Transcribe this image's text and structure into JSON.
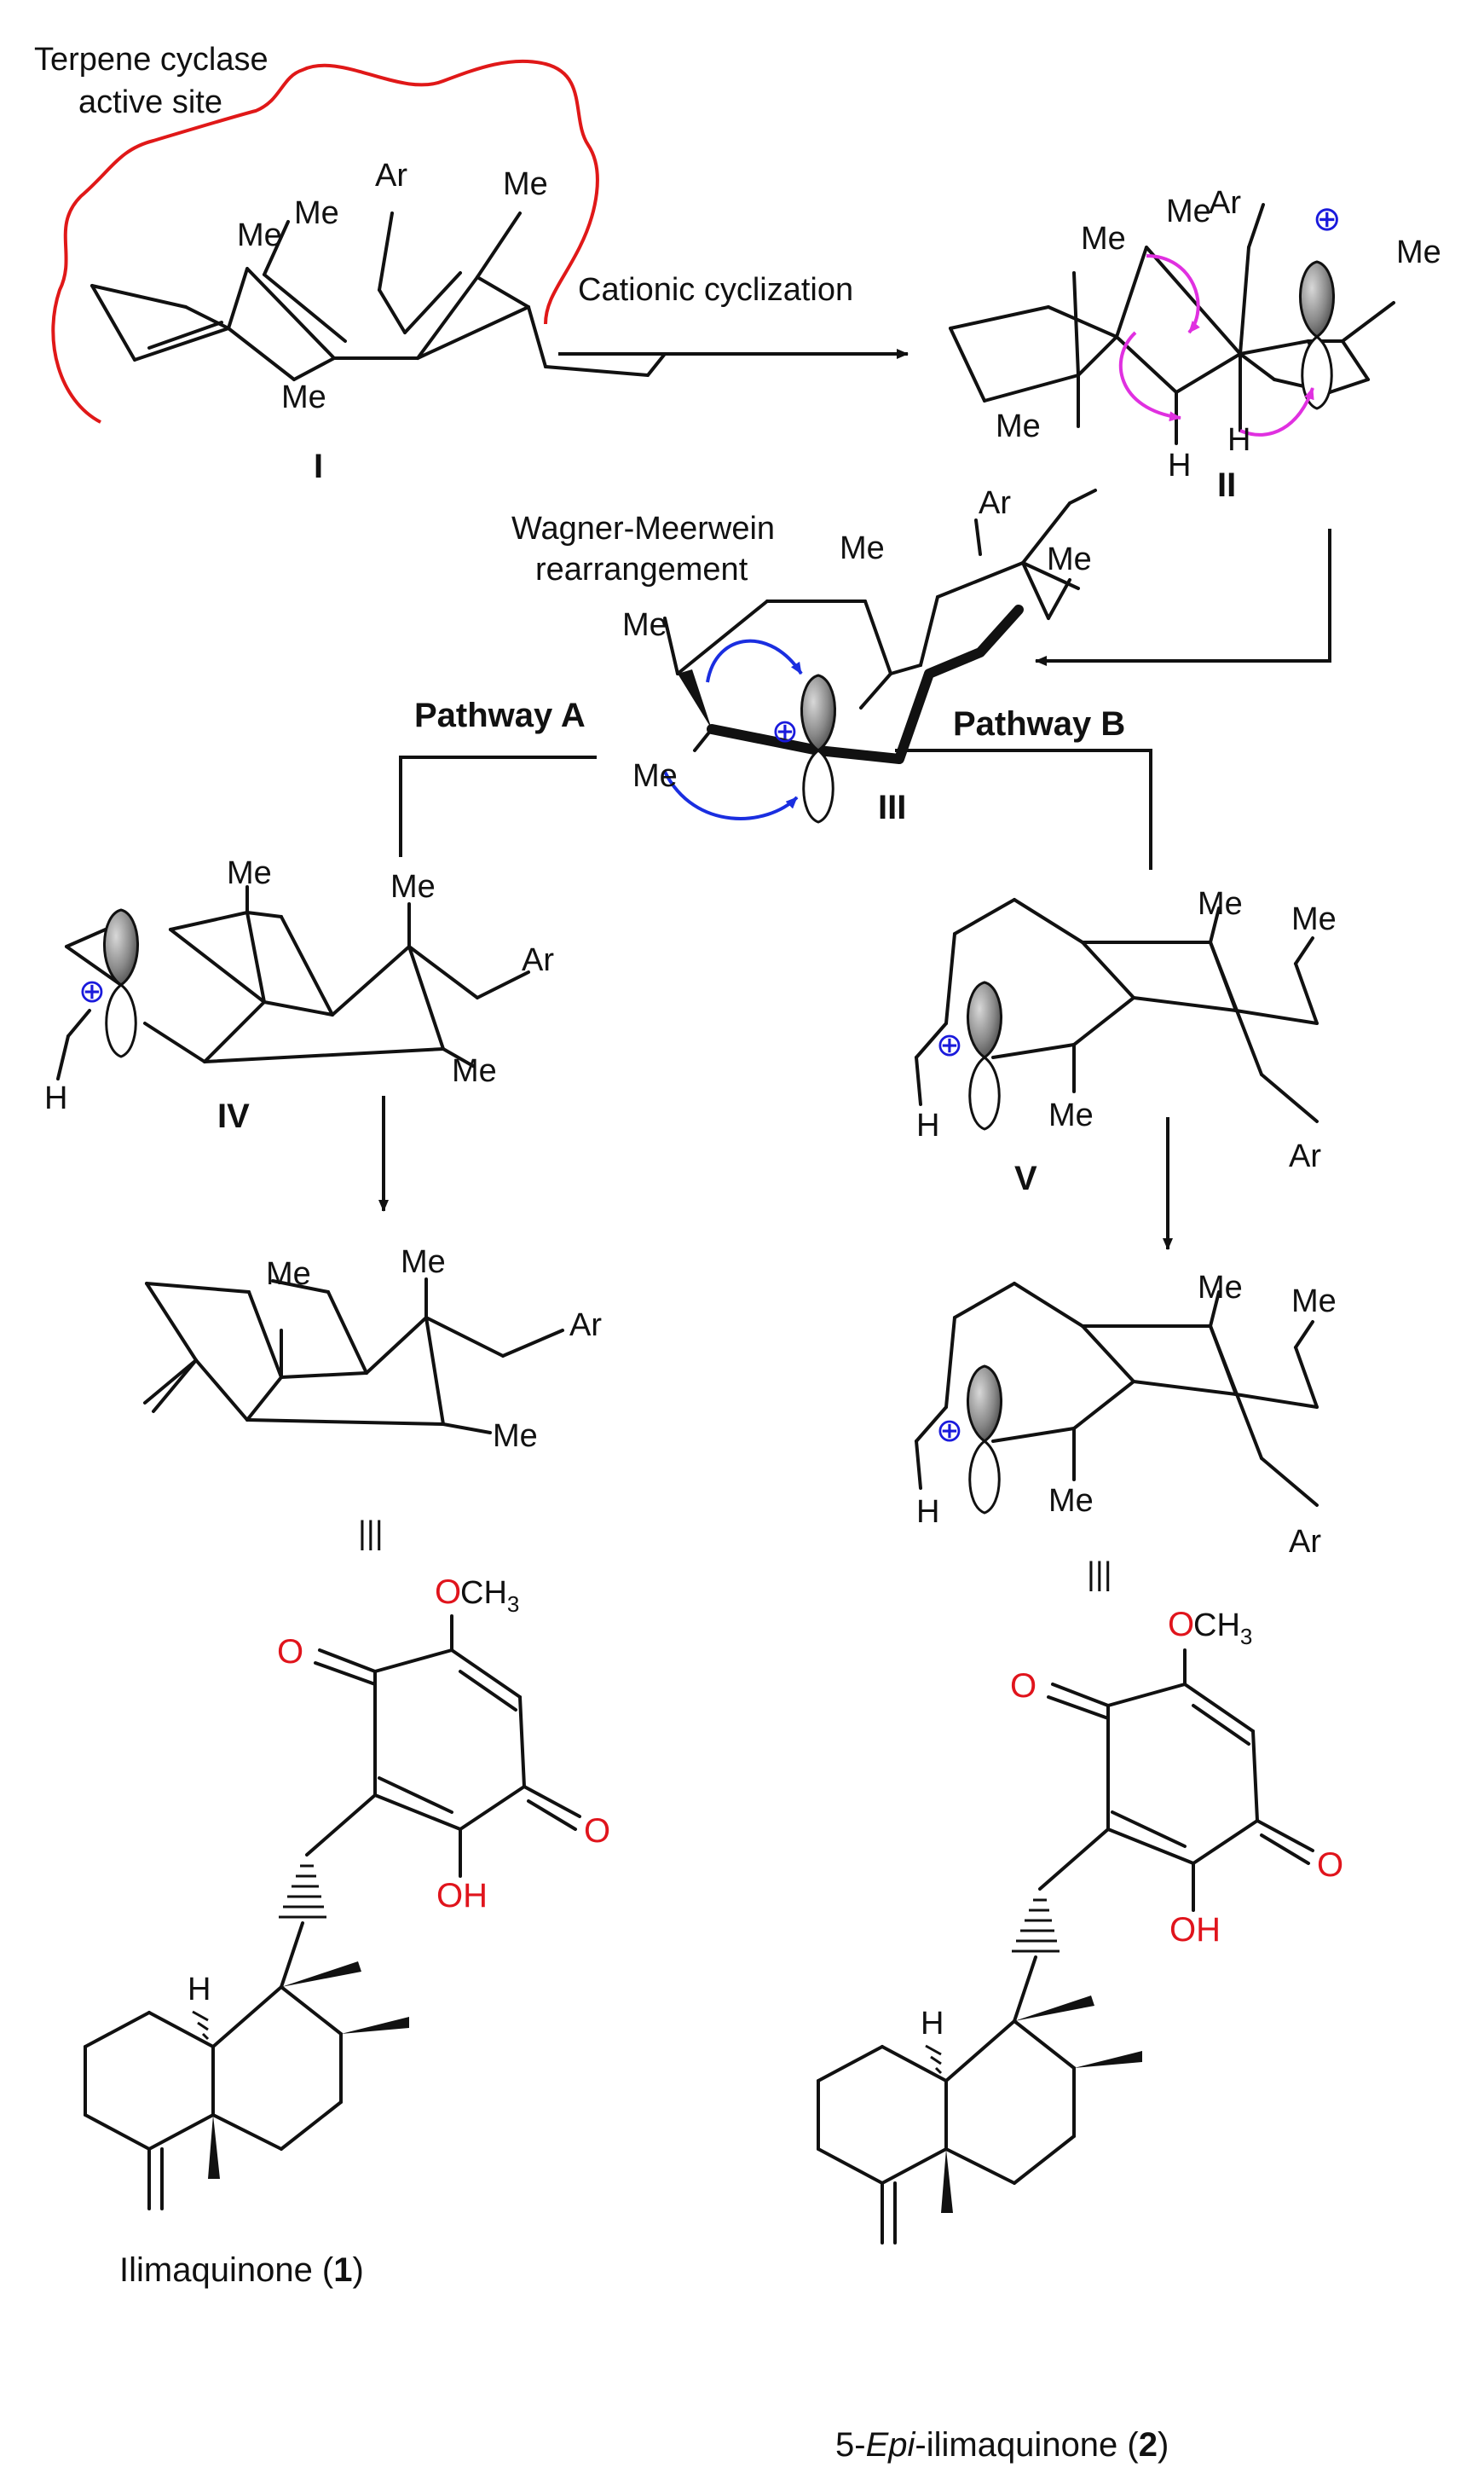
{
  "labels": {
    "active_site_line1": "Terpene cyclase",
    "active_site_line2": "active site",
    "cyclization": "Cationic cyclization",
    "wm_line1": "Wagner-Meerwein",
    "wm_line2": "rearrangement",
    "pathway_a": "Pathway A",
    "pathway_b": "Pathway B"
  },
  "intermediates": {
    "I": "I",
    "II": "II",
    "III": "III",
    "IV": "IV",
    "V": "V"
  },
  "groups": {
    "me": "Me",
    "ar": "Ar",
    "h": "H",
    "o": "O",
    "oh": "OH",
    "och3_o": "O",
    "och3_ch": "CH",
    "och3_sub": "3",
    "plus": "⊕",
    "equiv": "|||"
  },
  "products": {
    "p1_name": "Ilimaquinone (",
    "p1_num": "1",
    "p1_close": ")",
    "p2_prefix": "5-",
    "p2_italic": "Epi",
    "p2_name": "-ilimaquinone (",
    "p2_num": "2",
    "p2_close": ")"
  },
  "colors": {
    "active_site": "#e01818",
    "hydride_arrows": "#e030e0",
    "methyl_shift_arrows": "#1a2ee0",
    "oxygen": "#e0141c",
    "charge": "#1a1adc"
  }
}
